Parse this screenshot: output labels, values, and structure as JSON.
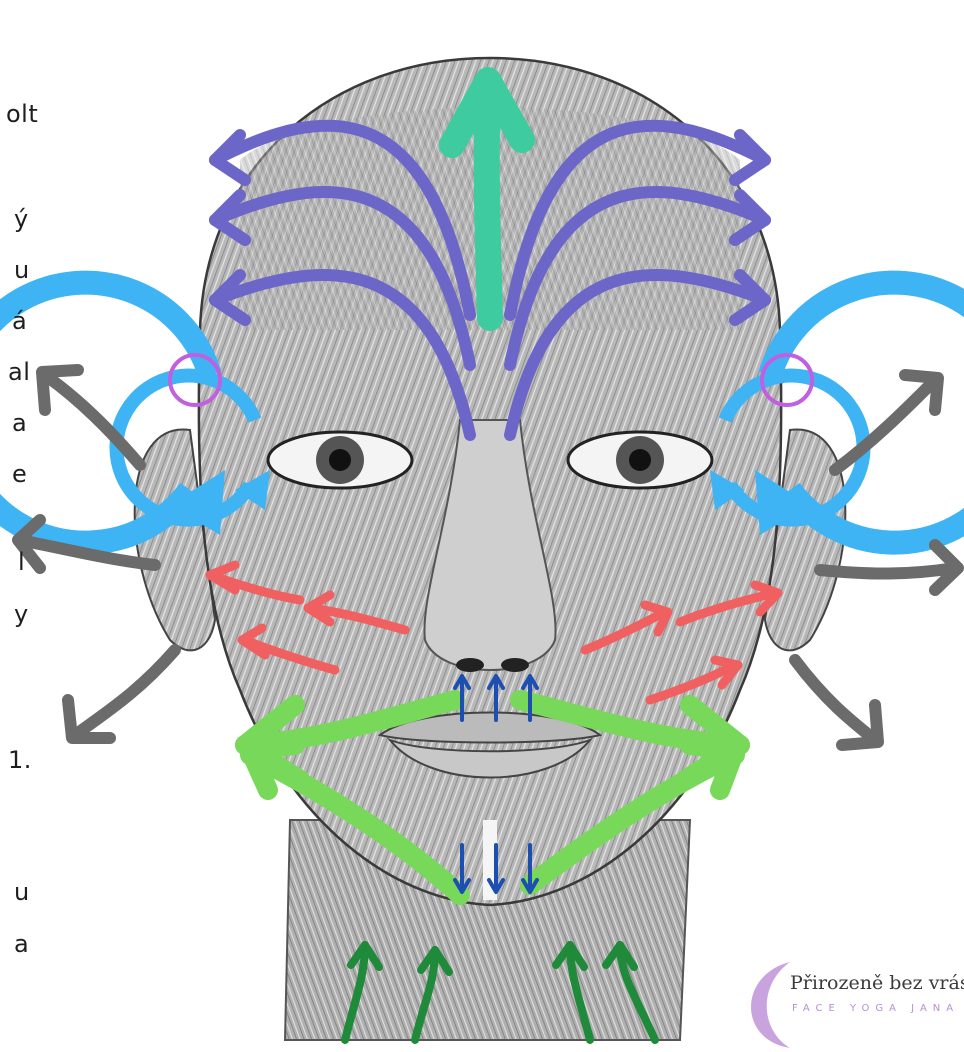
{
  "left_text_fragments": [
    "olt",
    "ý",
    "u",
    "á",
    "al",
    "a",
    "e",
    "l",
    "y",
    "1.",
    "u",
    "a"
  ],
  "logo": {
    "title": "Přirozeně bez vrás",
    "subtitle": "FACE YOGA JANA",
    "color": "#c9a3de"
  },
  "colors": {
    "forehead_arrows": "#6d66c9",
    "center_arrow": "#3ecba0",
    "eye_circles": "#3fb4f4",
    "temple_circles": "#c060e0",
    "outer_arrows": "#6b6b6b",
    "cheek_arrows": "#f06060",
    "lip_arrows": "#78d85a",
    "small_arrows": "#1d4fb0",
    "neck_arrows": "#1f8a3a"
  }
}
